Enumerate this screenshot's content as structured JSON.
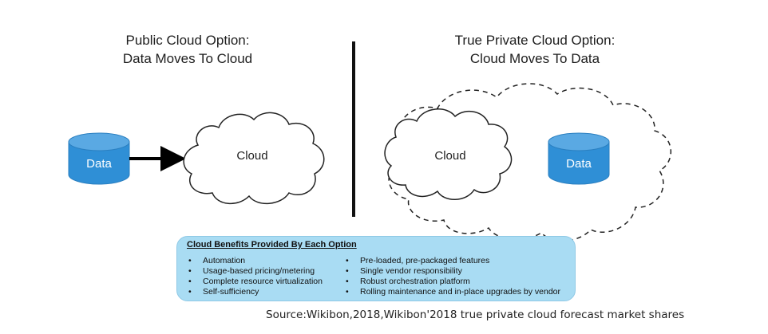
{
  "left_panel": {
    "title_line1": "Public Cloud Option:",
    "title_line2": "Data Moves To Cloud",
    "data_label": "Data",
    "cloud_label": "Cloud"
  },
  "right_panel": {
    "title_line1": "True Private Cloud Option:",
    "title_line2": "Cloud Moves To Data",
    "data_label": "Data",
    "cloud_label": "Cloud"
  },
  "benefits": {
    "title": "Cloud Benefits Provided By Each Option",
    "public_items": [
      "Automation",
      "Usage-based pricing/metering",
      "Complete resource virtualization",
      "Self-sufficiency"
    ],
    "private_items": [
      "Pre-loaded, pre-packaged features",
      "Single vendor responsibility",
      "Robust orchestration platform",
      "Rolling maintenance and in-place upgrades by vendor"
    ]
  },
  "source": "Source:Wikibon,2018,Wikibon'2018 true private cloud forecast market shares",
  "colors": {
    "database_fill": "#2f8fd6",
    "database_top": "#5aa9e3",
    "benefits_bg": "#a9dcf3",
    "arrow": "#000000"
  }
}
